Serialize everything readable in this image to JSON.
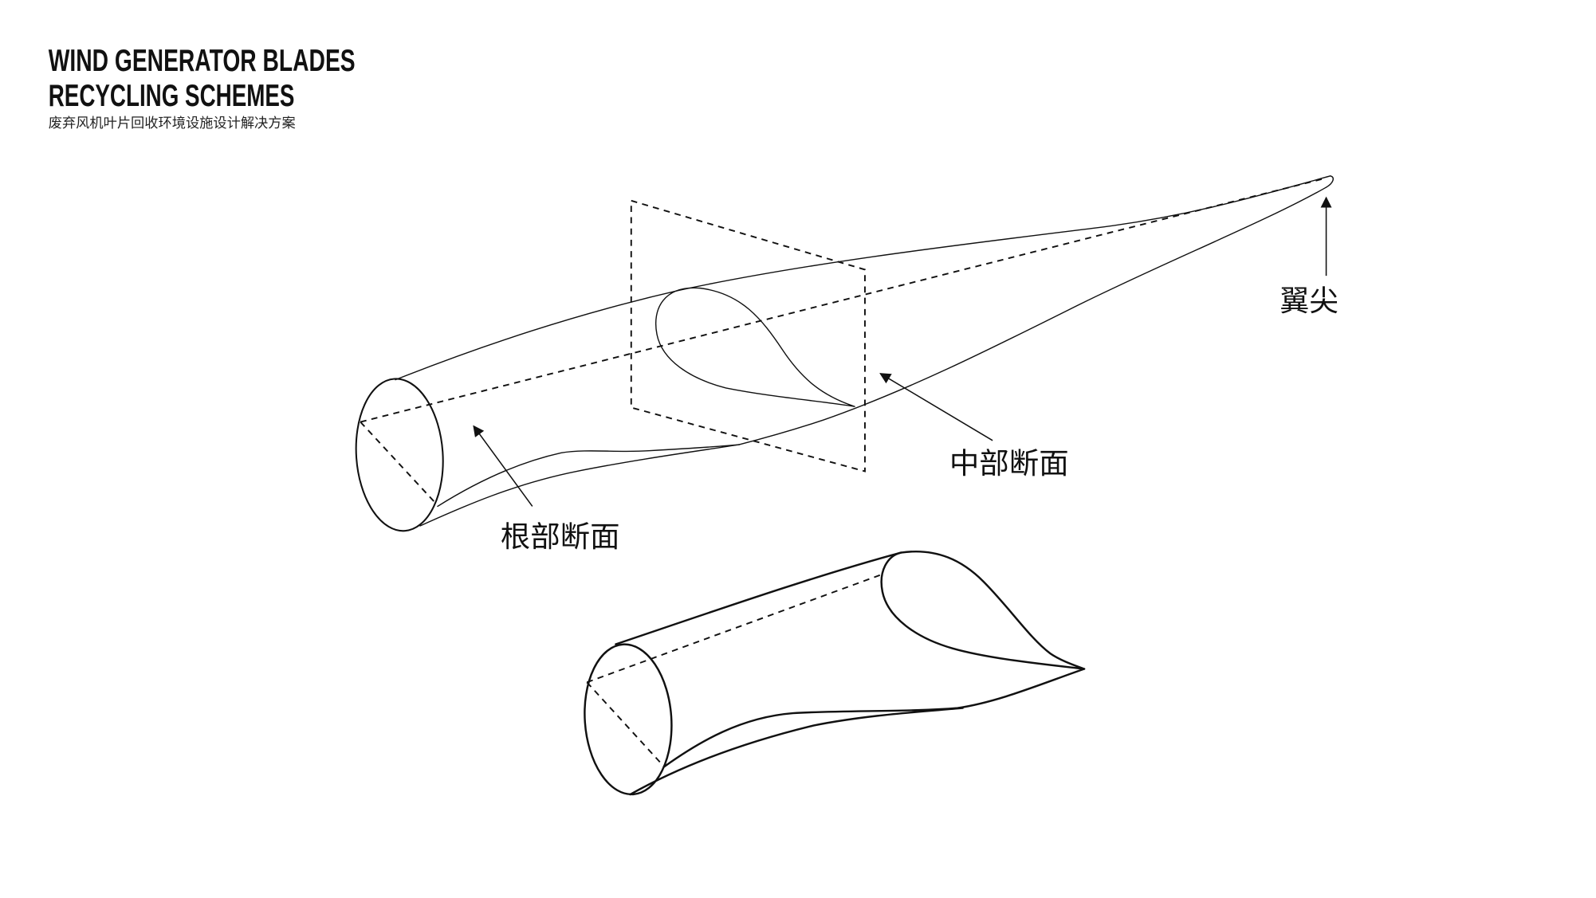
{
  "header": {
    "title_line1": "WIND GENERATOR BLADES",
    "title_line2": "RECYCLING SCHEMES",
    "subtitle": "废弃风机叶片回收环境设施设计解决方案"
  },
  "labels": {
    "tip": "翼尖",
    "mid_section": "中部断面",
    "root_section": "根部断面"
  },
  "colors": {
    "ink": "#111111",
    "background": "#ffffff"
  }
}
